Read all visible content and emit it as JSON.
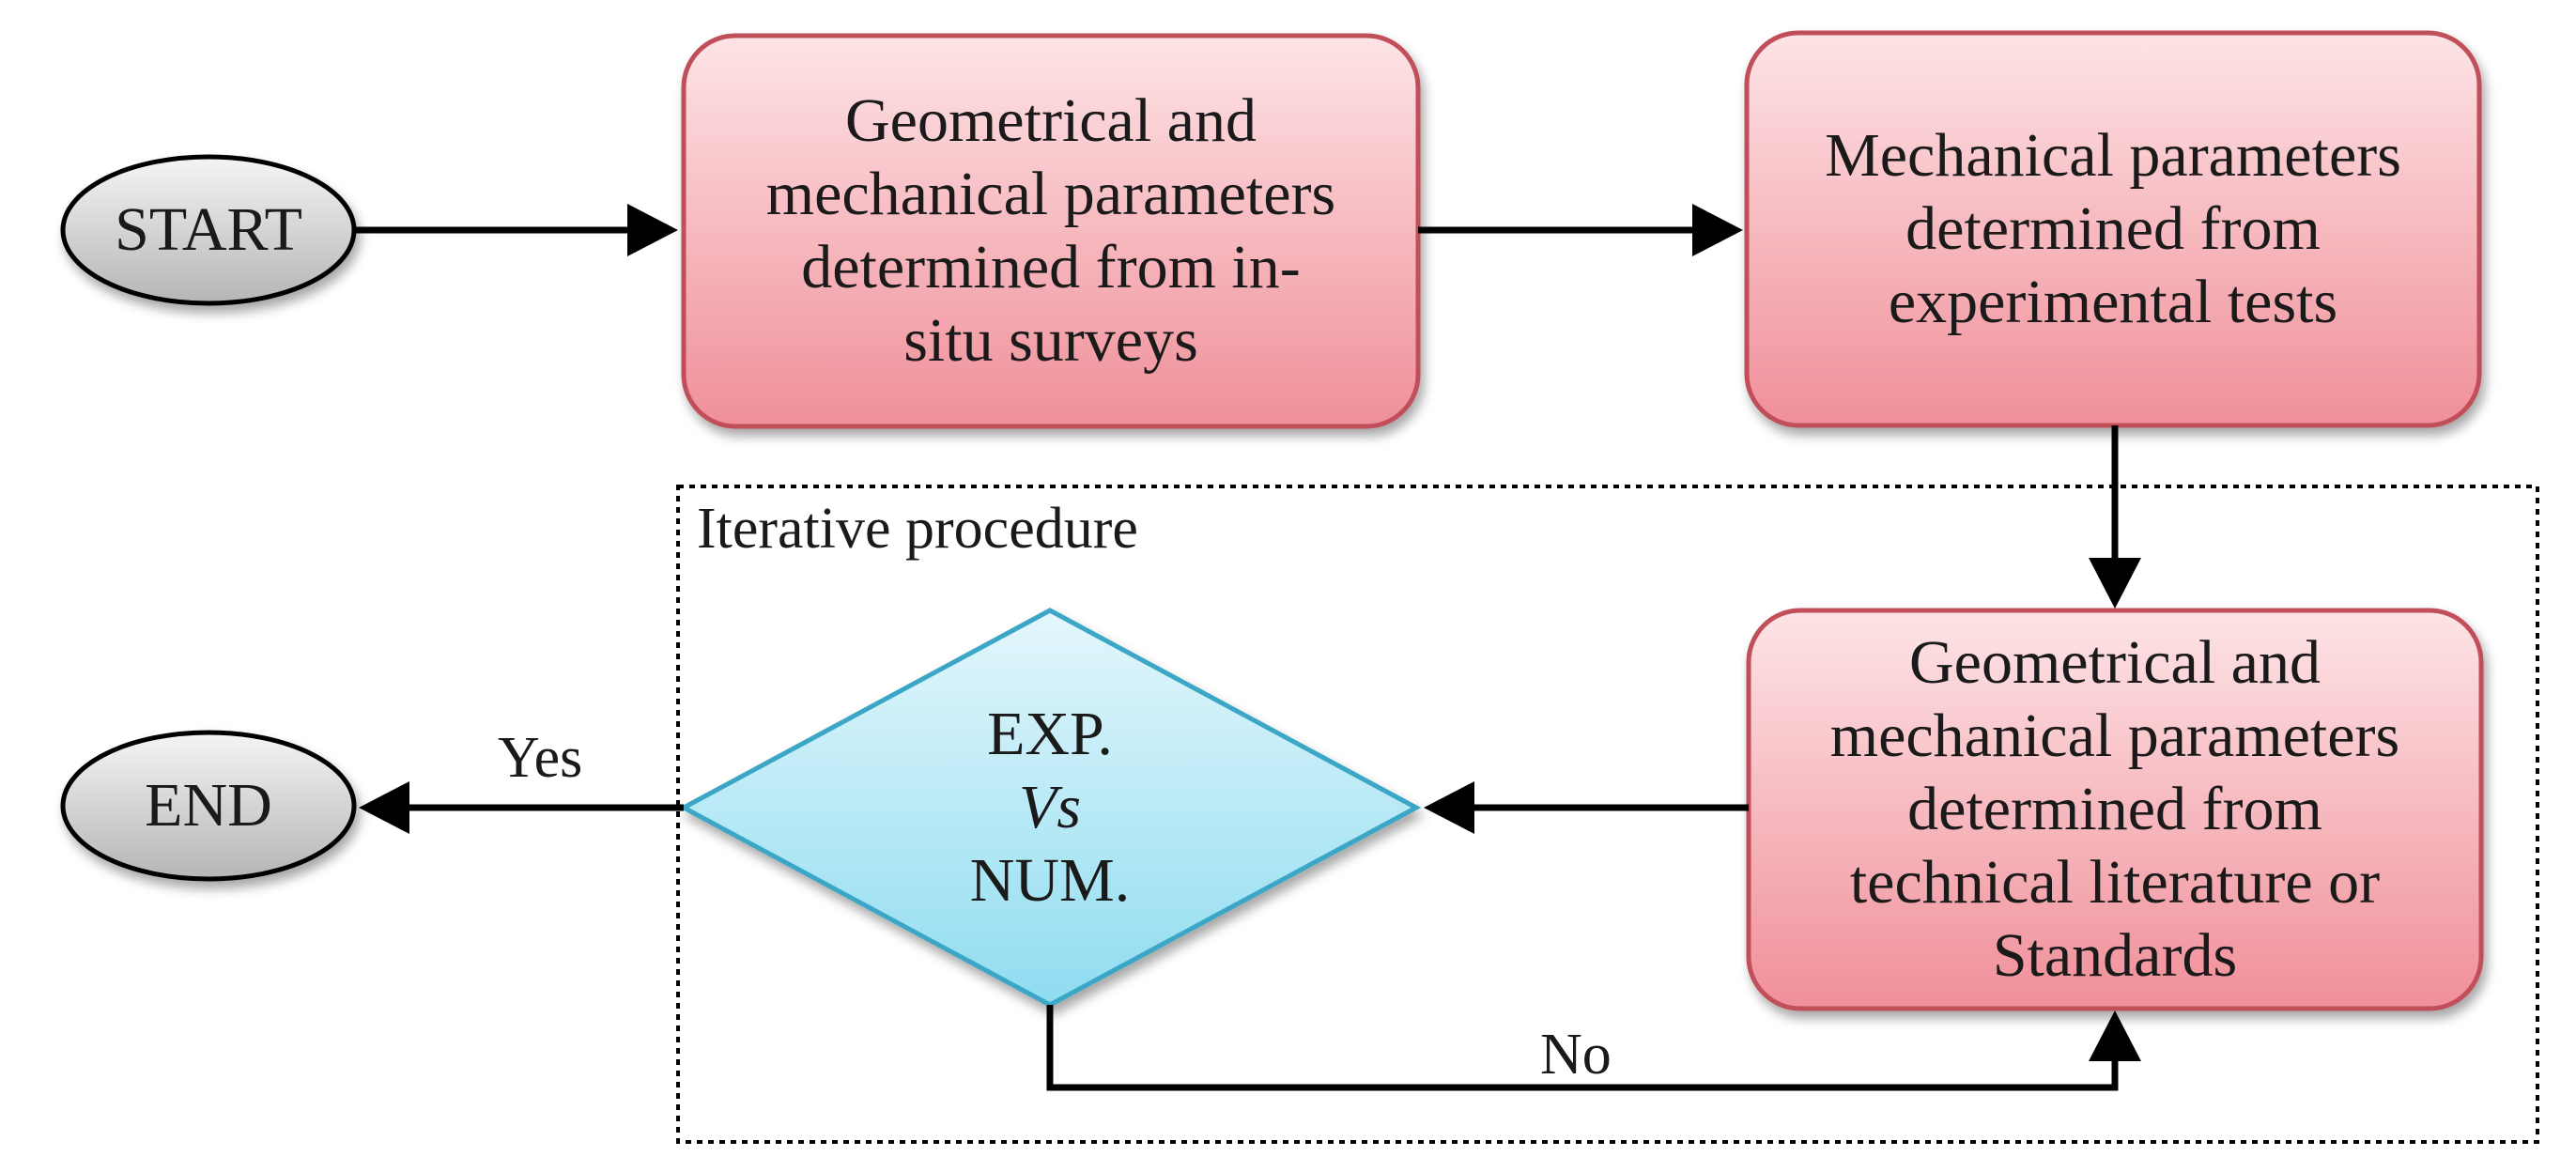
{
  "nodes": {
    "start": {
      "label": "START"
    },
    "end": {
      "label": "END"
    },
    "insitu": {
      "lines": [
        "Geometrical and",
        "mechanical parameters",
        "determined from in-",
        "situ surveys"
      ]
    },
    "experimental": {
      "lines": [
        "Mechanical parameters",
        "determined from",
        "experimental tests"
      ]
    },
    "literature": {
      "lines": [
        "Geometrical and",
        "mechanical parameters",
        "determined from",
        "technical literature or",
        "Standards"
      ]
    },
    "decision": {
      "line1": "EXP.",
      "line2": "Vs",
      "line3": "NUM."
    }
  },
  "group": {
    "label": "Iterative procedure"
  },
  "edges": {
    "yes": "Yes",
    "no": "No"
  },
  "colors": {
    "process_fill_top": "#fde4e6",
    "process_fill_bottom": "#f08f99",
    "process_stroke": "#c0505a",
    "decision_fill_top": "#e4f7fc",
    "decision_fill_bottom": "#8fdcf0",
    "decision_stroke": "#3aa6c6",
    "terminal_fill_top": "#f4f4f4",
    "terminal_fill_bottom": "#b5b5b5",
    "line": "#000000"
  }
}
